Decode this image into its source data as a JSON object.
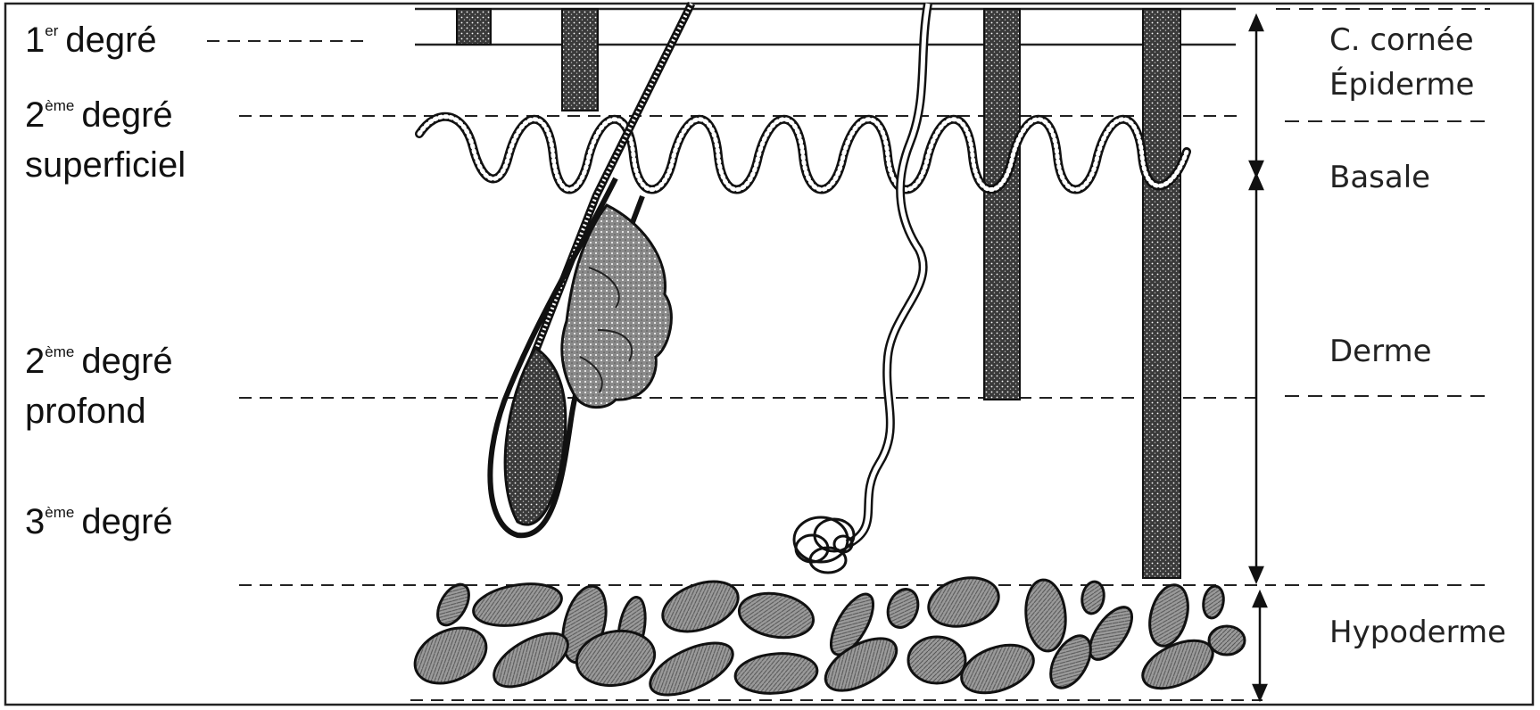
{
  "degree_labels": {
    "first": {
      "num": "1",
      "sup": "er",
      "word": "degré"
    },
    "second_superficial": {
      "num": "2",
      "sup": "ème",
      "word": "degré",
      "line2": "superficiel"
    },
    "second_deep": {
      "num": "2",
      "sup": "ème",
      "word": "degré",
      "line2": "profond"
    },
    "third": {
      "num": "3",
      "sup": "ème",
      "word": "degré"
    }
  },
  "layer_labels": {
    "cornea": "C. cornée",
    "epidermis": "Épiderme",
    "basal": "Basale",
    "dermis": "Derme",
    "hypodermis": "Hypoderme"
  },
  "colors": {
    "ink": "#111111",
    "stipple": "#6e6e6e",
    "fat_fill": "#8c8c8c",
    "background": "#ffffff"
  },
  "icons": {
    "hair_follicle": "hair-follicle-icon",
    "sweat_gland": "sweat-gland-icon",
    "fat_lobule": "fat-lobule-icon"
  }
}
